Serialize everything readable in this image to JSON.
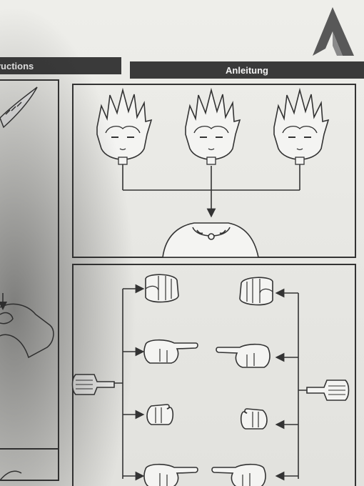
{
  "header": {
    "left_label": "ructions",
    "right_label": "Anleitung"
  },
  "logo": {
    "icon": "triangle-logo-icon",
    "color": "#5a5a5a"
  },
  "colors": {
    "bar": "#3a3a3a",
    "line": "#333333",
    "paper": "#e9e9e5"
  },
  "panels": {
    "heads": {
      "count": 3,
      "icon": "character-head-icon"
    },
    "hands": {
      "left_column": 4,
      "right_column": 4,
      "icon": "hand-part-icon"
    }
  }
}
